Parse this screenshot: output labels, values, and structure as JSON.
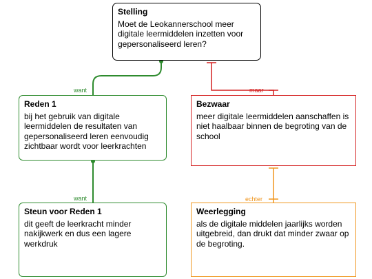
{
  "colors": {
    "support": "#2e8b2e",
    "objection": "#d42020",
    "rebuttal": "#f0961e",
    "claim": "#000000"
  },
  "nodes": {
    "stelling": {
      "title": "Stelling",
      "text": "Moet de Leokannerschool meer digitale leermiddelen inzetten voor gepersonaliseerd leren?"
    },
    "reden1": {
      "title": "Reden 1",
      "text": "bij het gebruik van digitale leermiddelen de resultaten van gepersonaliseerd leren eenvoudig zichtbaar wordt voor leerkrachten"
    },
    "steun": {
      "title": "Steun voor Reden 1",
      "text": "dit geeft de leerkracht minder nakijkwerk en dus een lagere werkdruk"
    },
    "bezwaar": {
      "title": "Bezwaar",
      "text": "meer digitale leermiddelen aanschaffen is niet haalbaar binnen de begroting van de school"
    },
    "weerlegging": {
      "title": "Weerlegging",
      "text": "als de digitale middelen jaarlijks worden uitgebreid, dan drukt dat minder zwaar op de begroting."
    }
  },
  "links": {
    "reden1_to_stelling": "want",
    "steun_to_reden1": "want",
    "bezwaar_to_stelling": "maar",
    "weerlegging_to_bezwaar": "echter"
  }
}
